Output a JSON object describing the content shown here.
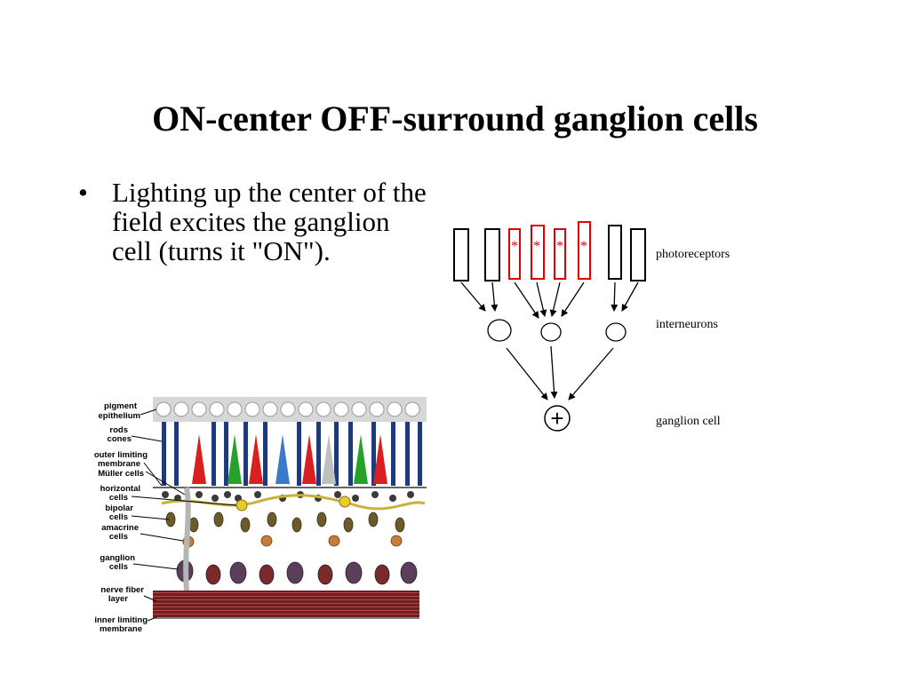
{
  "slide": {
    "title": "ON-center OFF-surround ganglion cells",
    "bullet_symbol": "•",
    "bullet_text": "Lighting up the center of the field excites the ganglion cell (turns it \"ON\")."
  },
  "schematic": {
    "photoreceptors_label": "photoreceptors",
    "interneurons_label": "interneurons",
    "ganglion_label": "ganglion cell",
    "star_mark": "*",
    "plus_mark": "+",
    "lit_color": "#e00000"
  },
  "retina_illustration": {
    "labels": [
      "pigment",
      "epithelium",
      "rods",
      "cones",
      "outer limiting",
      "membrane",
      "Müller cells",
      "horizontal",
      "cells",
      "bipolar",
      "cells",
      "amacrine",
      "cells",
      "ganglion",
      "cells",
      "nerve fiber",
      "layer",
      "inner limiting",
      "membrane"
    ]
  }
}
